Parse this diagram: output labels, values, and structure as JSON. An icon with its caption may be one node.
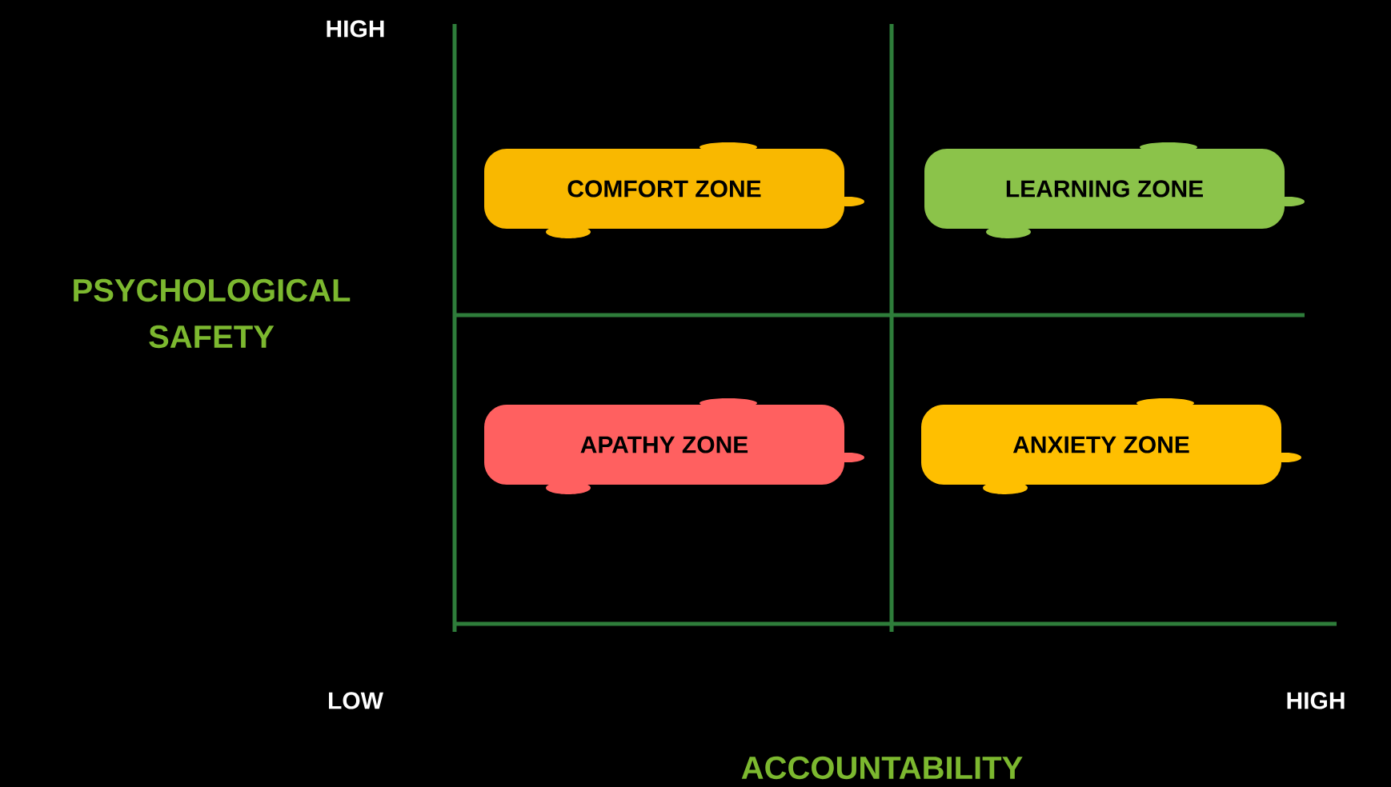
{
  "diagram": {
    "nodes": [
      {
        "text": [
          "COMFORT ZONE"
        ]
      },
      {
        "text": [
          "LEARNING ZONE"
        ]
      },
      {
        "text": [
          "APATHY ZONE"
        ]
      },
      {
        "text": [
          "ANXIETY ZONE"
        ]
      }
    ],
    "labels": [
      "HIGH",
      "PSYCHOLOGICAL SAFETY",
      "LOW",
      "HIGH",
      "ACCOUNTABILITY"
    ]
  }
}
